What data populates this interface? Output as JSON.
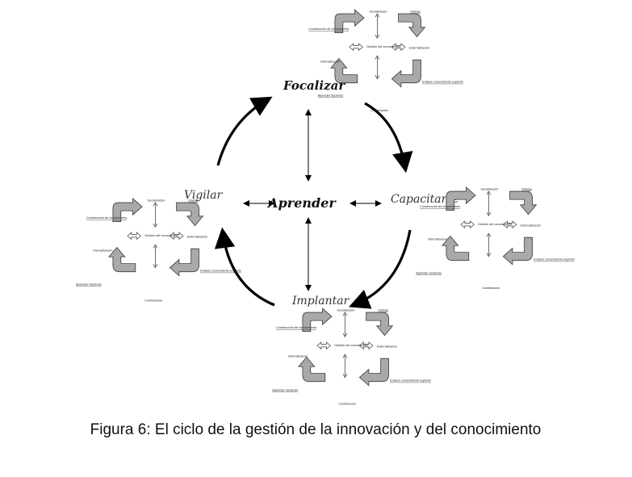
{
  "caption": "Figura 6: El ciclo de la gestión de la innovación y del conocimiento",
  "center": {
    "label": "Aprender"
  },
  "stages": {
    "focalizar": "Focalizar",
    "capacitarse": "Capacitarse",
    "implantar": "Implantar",
    "vigilar": "Vigilar"
  },
  "mini_cycle": {
    "center": "Gestión del conocimiento",
    "socializacion": "Socialización",
    "dialogo": "Diálogo",
    "combinacion_conocimiento": "Construcción de conocimiento",
    "externalizacion": "Externalización",
    "internalizacion": "Internalización",
    "enlazar": "Enlazar conocimiento explícito",
    "aprender": "Aprender haciendo",
    "combinacion": "Combinación"
  },
  "colors": {
    "block_fill": "#a9a9a9",
    "block_stroke": "#3a3a3a",
    "arrow": "#000000"
  }
}
